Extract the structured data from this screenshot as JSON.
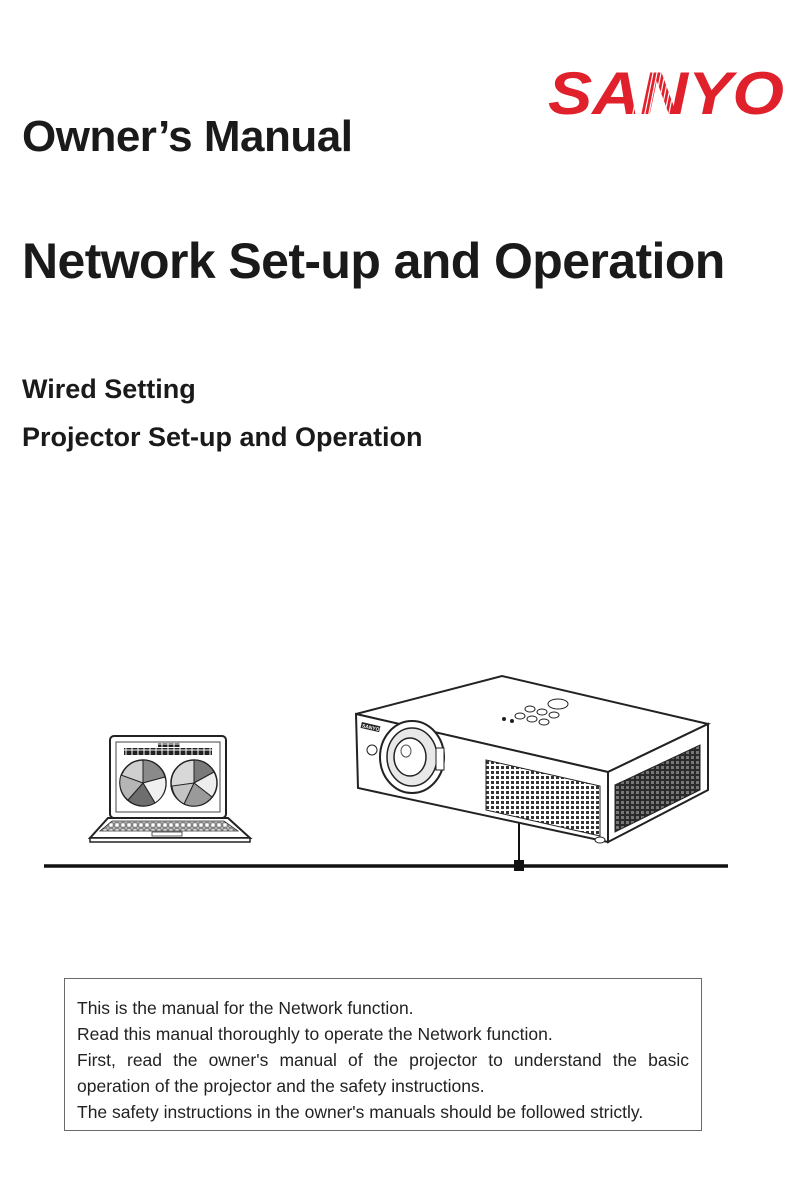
{
  "brand": {
    "logo_text": "SANYO",
    "logo_color": "#e0202a"
  },
  "document": {
    "title": "Owner’s Manual",
    "heading": "Network Set-up and Operation",
    "subheadings": [
      "Wired Setting",
      "Projector Set-up and Operation"
    ]
  },
  "illustration": {
    "projector_badge": "SANYO"
  },
  "note": {
    "lines": [
      "This is the manual for the Network function.",
      "Read this manual thoroughly to operate the Network function.",
      "First, read the owner's manual of the projector to understand the basic operation of the projector and the safety instructions.",
      "The safety instructions in the owner's manuals should be followed strictly."
    ]
  }
}
